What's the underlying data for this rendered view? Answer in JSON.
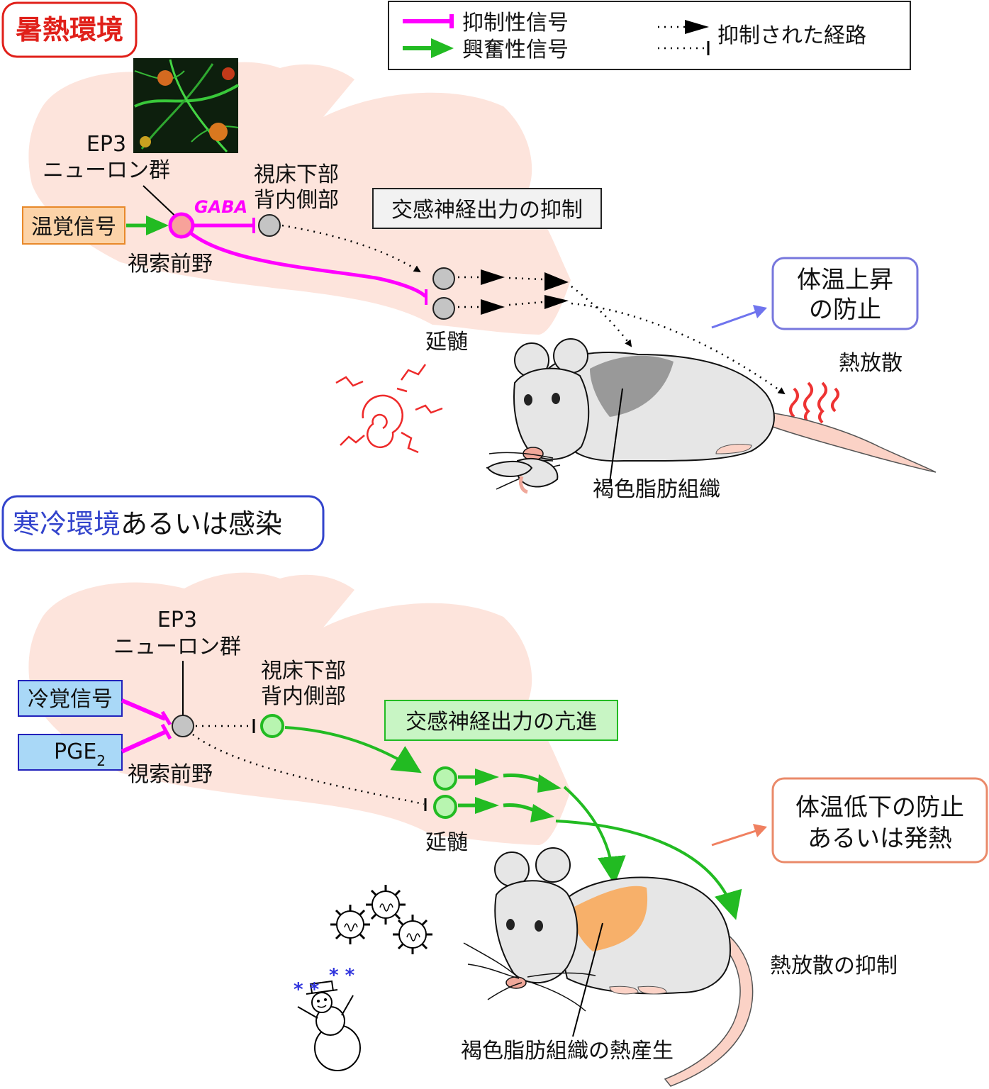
{
  "legend": {
    "inhibitory": "抑制性信号",
    "excitatory": "興奮性信号",
    "suppressed": "抑制された経路"
  },
  "top": {
    "title": "暑熱環境",
    "ep3_line1": "EP3",
    "ep3_line2": "ニューロン群",
    "warm_signal": "温覚信号",
    "gaba": "GABA",
    "poa": "視索前野",
    "dmh_line1": "視床下部",
    "dmh_line2": "背内側部",
    "sympathetic": "交感神経出力の抑制",
    "medulla": "延髄",
    "result_line1": "体温上昇",
    "result_line2": "の防止",
    "heat_dissipation": "熱放散",
    "bat": "褐色脂肪組織"
  },
  "bottom": {
    "title_blue": "寒冷環境",
    "title_rest": "あるいは感染",
    "ep3_line1": "EP3",
    "ep3_line2": "ニューロン群",
    "cold_signal": "冷覚信号",
    "pge_base": "PGE",
    "pge_sub": "2",
    "poa": "視索前野",
    "dmh_line1": "視床下部",
    "dmh_line2": "背内側部",
    "sympathetic": "交感神経出力の亢進",
    "medulla": "延髄",
    "result_line1": "体温低下の防止",
    "result_line2": "あるいは発熱",
    "heat_suppression": "熱放散の抑制",
    "bat": "褐色脂肪組織の熱産生"
  },
  "colors": {
    "inhibitory": "#ff00ff",
    "excitatory": "#22bb22",
    "hot_title": "#e0201a",
    "cold_title": "#3344cc",
    "brain": "#fde4dc",
    "orange_box": "#fcd3a8",
    "blue_box": "#a9d8f7",
    "green_box": "#c8f5c4",
    "bat_gray": "#999999",
    "bat_orange": "#f7b06a"
  }
}
